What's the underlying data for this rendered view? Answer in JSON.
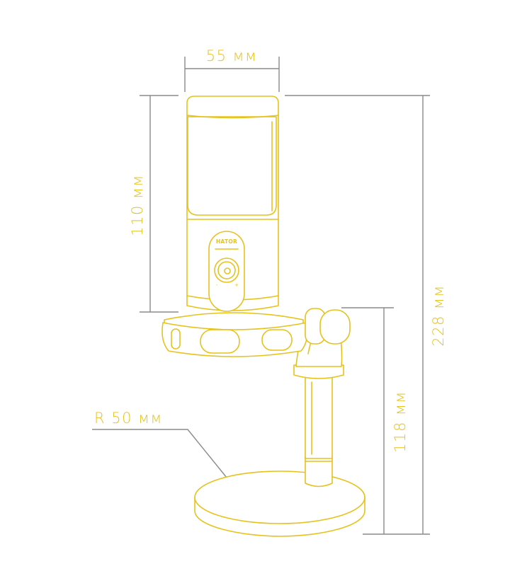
{
  "colors": {
    "outline": "#e6c21d",
    "dimension_line": "#8a8a8a",
    "label": "#e6c21d",
    "background": "#ffffff"
  },
  "labels": {
    "width_top": "55 мм",
    "body_height": "110 мм",
    "total_height": "228 мм",
    "stand_height": "118 мм",
    "base_radius": "R 50 мм"
  },
  "product": {
    "brand": "HATOR",
    "volume_minus": "-",
    "volume_plus": "+"
  }
}
